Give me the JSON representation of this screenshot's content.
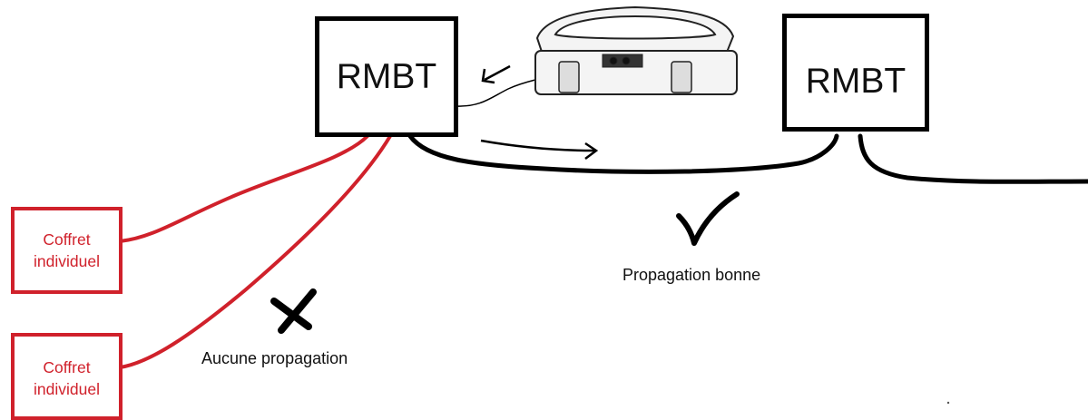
{
  "nodes": {
    "rmbt_left": "RMBT",
    "rmbt_right": "RMBT",
    "coffret_top": {
      "line1": "Coffret",
      "line2": "individuel"
    },
    "coffret_bottom": {
      "line1": "Coffret",
      "line2": "individuel"
    }
  },
  "labels": {
    "good_propagation": "Propagation bonne",
    "no_propagation": "Aucune propagation"
  },
  "icons": {
    "check": "check-icon",
    "cross": "cross-icon",
    "device": "test-device-icon"
  },
  "colors": {
    "black_link": "#000000",
    "red_link": "#d0212b"
  }
}
